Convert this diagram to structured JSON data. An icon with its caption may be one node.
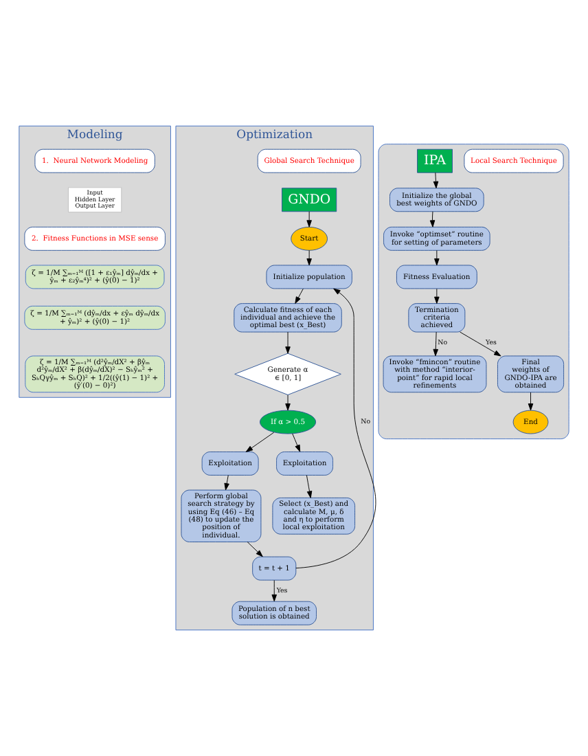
{
  "diagram": {
    "nodes": [
      {
        "text": [
          "Modeling"
        ]
      },
      {
        "text": [
          "1.  Neural Network Modeling"
        ],
        "in": 0
      },
      {
        "text": [
          "Input",
          "Hidden Layer",
          "Output Layer"
        ],
        "in": 0
      },
      {
        "text": [
          "2.  Fitness Functions in MSE sense"
        ],
        "in": 0
      },
      {
        "text": [
          "ζ = 1/M ∑ₘ₌₁ᴹ ([1 + ε₁ŷₘ] dŷₘ/dx + ŷₘ + ε₂ŷₘ⁴)² + (ŷ(0) − 1)²"
        ],
        "in": 0
      },
      {
        "text": [
          "ζ = 1/M ∑ₘ₌₁ᴹ (dŷₘ/dx + εŷₘ dŷₘ/dx + ŷₘ)² + (ŷ(0) − 1)²"
        ],
        "in": 0
      },
      {
        "text": [
          "ζ = 1/M ∑ₘ₌₁ᴹ (d²ŷₘ/dX² + βŷₘ d²ŷₘ/dX² + β(dŷₘ/dX)² − Sₕŷₘ² + SₕQγŷₘ + SₕQ)² + 1/2((ŷ(1) − 1)² + (ŷ′(0) − 0)²)"
        ],
        "in": 0
      },
      {
        "text": [
          "Optimization"
        ]
      },
      {
        "text": [
          "Global Search Technique"
        ],
        "in": 7
      },
      {
        "text": [
          "GNDO"
        ],
        "in": 7
      },
      {
        "text": [
          "Start"
        ],
        "in": 7
      },
      {
        "text": [
          "Initialize population"
        ],
        "in": 7
      },
      {
        "text": [
          "Calculate fitness of each individual and achieve the optimal best (x_Best)"
        ],
        "in": 7
      },
      {
        "text": [
          "Generate α ∈ [0, 1]"
        ],
        "in": 7
      },
      {
        "text": [
          "If α > 0.5"
        ],
        "in": 7
      },
      {
        "text": [
          "Exploitation"
        ],
        "in": 7
      },
      {
        "text": [
          "Exploitation"
        ],
        "in": 7
      },
      {
        "text": [
          "Perform global search strategy by using Eq (46) – Eq (48) to update the position of individual."
        ],
        "in": 7
      },
      {
        "text": [
          "Select (x_Best) and calculate M, μ, δ and η to perform local exploitation"
        ],
        "in": 7
      },
      {
        "text": [
          "t = t + 1"
        ],
        "in": 7
      },
      {
        "text": [
          "Population of n best solution is obtained"
        ],
        "in": 7
      },
      {
        "text": [],
        "shape": "box"
      },
      {
        "text": [
          "Local Search Technique"
        ],
        "in": 21
      },
      {
        "text": [
          "IPA"
        ],
        "in": 21
      },
      {
        "text": [
          "Initialize the global best weights of GNDO"
        ],
        "in": 21
      },
      {
        "text": [
          "Invoke “optimset” routine for setting of parameters"
        ],
        "in": 21
      },
      {
        "text": [
          "Fitness Evaluation"
        ],
        "in": 21
      },
      {
        "text": [
          "Termination criteria achieved"
        ],
        "in": 21
      },
      {
        "text": [
          "Invoke “fmincon” routine with method “interior-point” for rapid local refinements"
        ],
        "in": 21
      },
      {
        "text": [
          "Final weights of GNDO-IPA are obtained"
        ],
        "in": 21
      },
      {
        "text": [
          "End"
        ],
        "in": 21
      }
    ],
    "edges": [
      {
        "from": 9,
        "to": 10,
        "arrow": "to"
      },
      {
        "from": 10,
        "to": 11,
        "arrow": "to"
      },
      {
        "from": 11,
        "to": 12,
        "arrow": "to"
      },
      {
        "from": 12,
        "to": 13,
        "arrow": "to"
      },
      {
        "from": 13,
        "to": 14,
        "arrow": "to"
      },
      {
        "from": 14,
        "to": 15,
        "arrow": "to"
      },
      {
        "from": 14,
        "to": 16,
        "arrow": "to"
      },
      {
        "from": 15,
        "to": 17,
        "arrow": "to"
      },
      {
        "from": 16,
        "to": 18,
        "arrow": "to"
      },
      {
        "from": 17,
        "to": 19,
        "arrow": "to"
      },
      {
        "from": 19,
        "to": 11,
        "label": "No",
        "arrow": "to"
      },
      {
        "from": 19,
        "to": 20,
        "label": "Yes",
        "arrow": "to"
      },
      {
        "from": 23,
        "to": 24,
        "arrow": "to"
      },
      {
        "from": 24,
        "to": 25,
        "arrow": "to"
      },
      {
        "from": 25,
        "to": 26,
        "arrow": "to"
      },
      {
        "from": 26,
        "to": 27,
        "arrow": "to"
      },
      {
        "from": 27,
        "to": 29,
        "label": "Yes",
        "arrow": "to"
      },
      {
        "from": 27,
        "to": 28,
        "label": "No",
        "arrow": "to"
      },
      {
        "from": 29,
        "to": 30,
        "arrow": "to"
      }
    ]
  }
}
